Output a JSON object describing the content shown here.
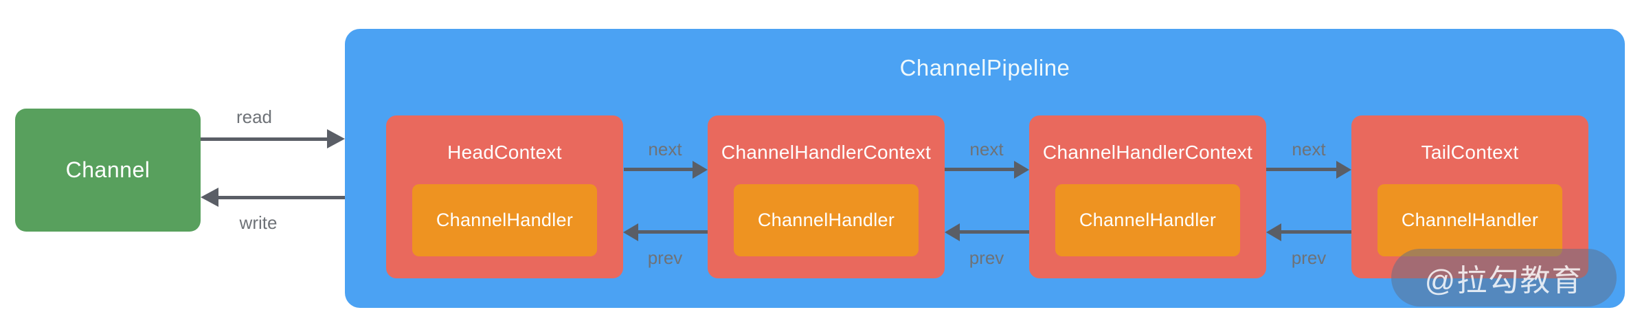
{
  "channel": {
    "label": "Channel"
  },
  "pipeline": {
    "title": "ChannelPipeline",
    "nodes": [
      {
        "title": "HeadContext",
        "handler": "ChannelHandler"
      },
      {
        "title": "ChannelHandlerContext",
        "handler": "ChannelHandler"
      },
      {
        "title": "ChannelHandlerContext",
        "handler": "ChannelHandler"
      },
      {
        "title": "TailContext",
        "handler": "ChannelHandler"
      }
    ]
  },
  "arrows": {
    "read": "read",
    "write": "write",
    "next": "next",
    "prev": "prev"
  },
  "watermark": {
    "text": "@拉勾教育"
  },
  "colors": {
    "channel_green": "#58A05D",
    "pipeline_blue": "#4BA2F3",
    "context_red": "#E9695D",
    "handler_orange": "#EE9321",
    "arrow": "#5A5E66",
    "edge_label": "#6E7277",
    "box_text": "#FFFFFF",
    "pipeline_title_text": "#EFF9FC",
    "watermark_bg": "rgba(93,110,138,0.5)",
    "watermark_text": "rgba(255,255,255,0.82)"
  }
}
